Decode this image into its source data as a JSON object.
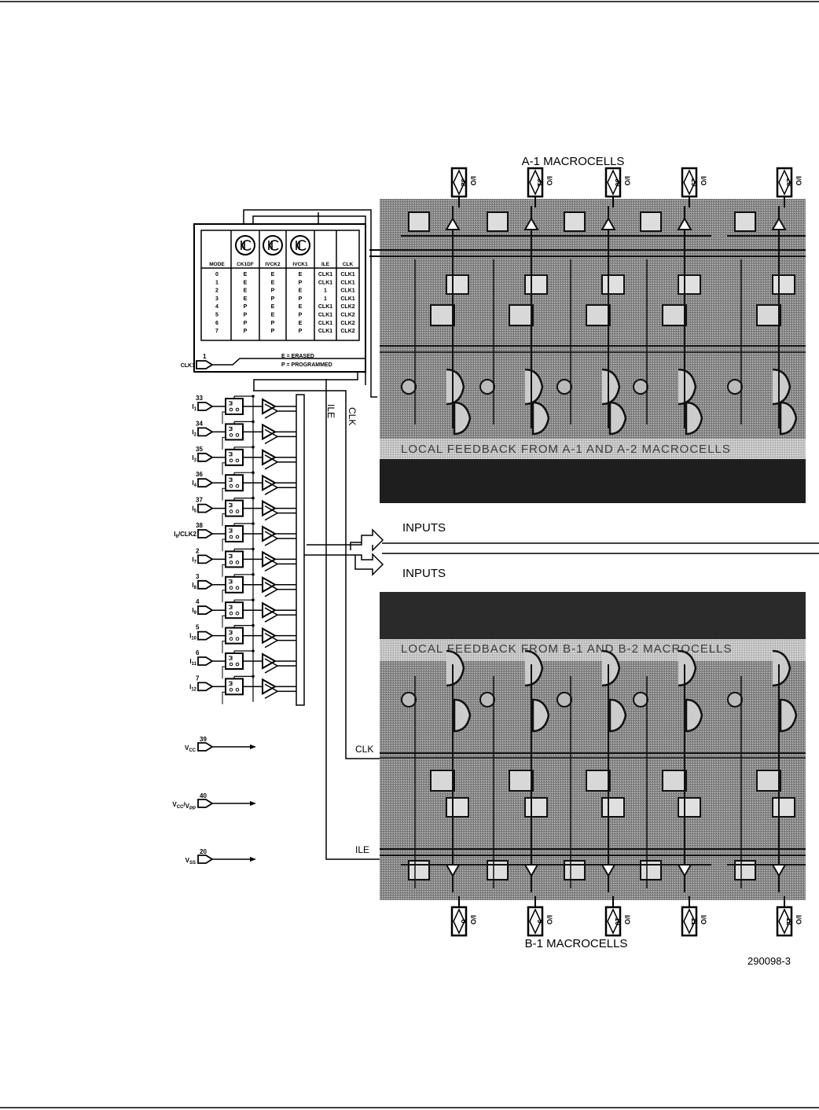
{
  "title_top": "A-1 MACROCELLS",
  "title_bottom": "B-1 MACROCELLS",
  "figure_id": "290098-3",
  "inputs_label": "INPUTS",
  "feedback_a": "LOCAL FEEDBACK FROM A-1 AND A-2 MACROCELLS",
  "feedback_b": "LOCAL FEEDBACK FROM B-1 AND B-2 MACROCELLS",
  "io_label": "I/O",
  "io_pins_top": [
    "32",
    "31",
    "30",
    "29",
    "28"
  ],
  "io_pins_bottom": [
    "8",
    "9",
    "10",
    "11",
    "12"
  ],
  "clk_label": "CLK",
  "ile_label": "ILE",
  "mode_table": {
    "headers": [
      "MODE",
      "CK1DF",
      "IVCK2",
      "IVCK1",
      "ILE",
      "CLK"
    ],
    "rows": [
      [
        "0",
        "E",
        "E",
        "E",
        "CLK1",
        "CLK1"
      ],
      [
        "1",
        "E",
        "E",
        "P",
        "CLK1",
        "CLK1"
      ],
      [
        "2",
        "E",
        "P",
        "E",
        "1",
        "CLK1"
      ],
      [
        "3",
        "E",
        "P",
        "P",
        "1",
        "CLK1"
      ],
      [
        "4",
        "P",
        "E",
        "E",
        "CLK1",
        "CLK2"
      ],
      [
        "5",
        "P",
        "E",
        "P",
        "CLK1",
        "CLK2"
      ],
      [
        "6",
        "P",
        "P",
        "E",
        "CLK1",
        "CLK2"
      ],
      [
        "7",
        "P",
        "P",
        "P",
        "CLK1",
        "CLK2"
      ]
    ],
    "legend_e": "E = ERASED",
    "legend_p": "P = PROGRAMMED"
  },
  "clk1_pin": {
    "num": "1",
    "name": "CLK1"
  },
  "input_pins": [
    {
      "num": "33",
      "name": "I1"
    },
    {
      "num": "34",
      "name": "I2"
    },
    {
      "num": "35",
      "name": "I3"
    },
    {
      "num": "36",
      "name": "I4"
    },
    {
      "num": "37",
      "name": "I5"
    },
    {
      "num": "38",
      "name": "I6/CLK2"
    },
    {
      "num": "2",
      "name": "I7"
    },
    {
      "num": "3",
      "name": "I8"
    },
    {
      "num": "4",
      "name": "I9"
    },
    {
      "num": "5",
      "name": "I10"
    },
    {
      "num": "6",
      "name": "I11"
    },
    {
      "num": "7",
      "name": "I12"
    }
  ],
  "power_pins": [
    {
      "num": "39",
      "name": "VCC"
    },
    {
      "num": "40",
      "name": "VCC/VPP"
    },
    {
      "num": "20",
      "name": "VSS"
    }
  ]
}
